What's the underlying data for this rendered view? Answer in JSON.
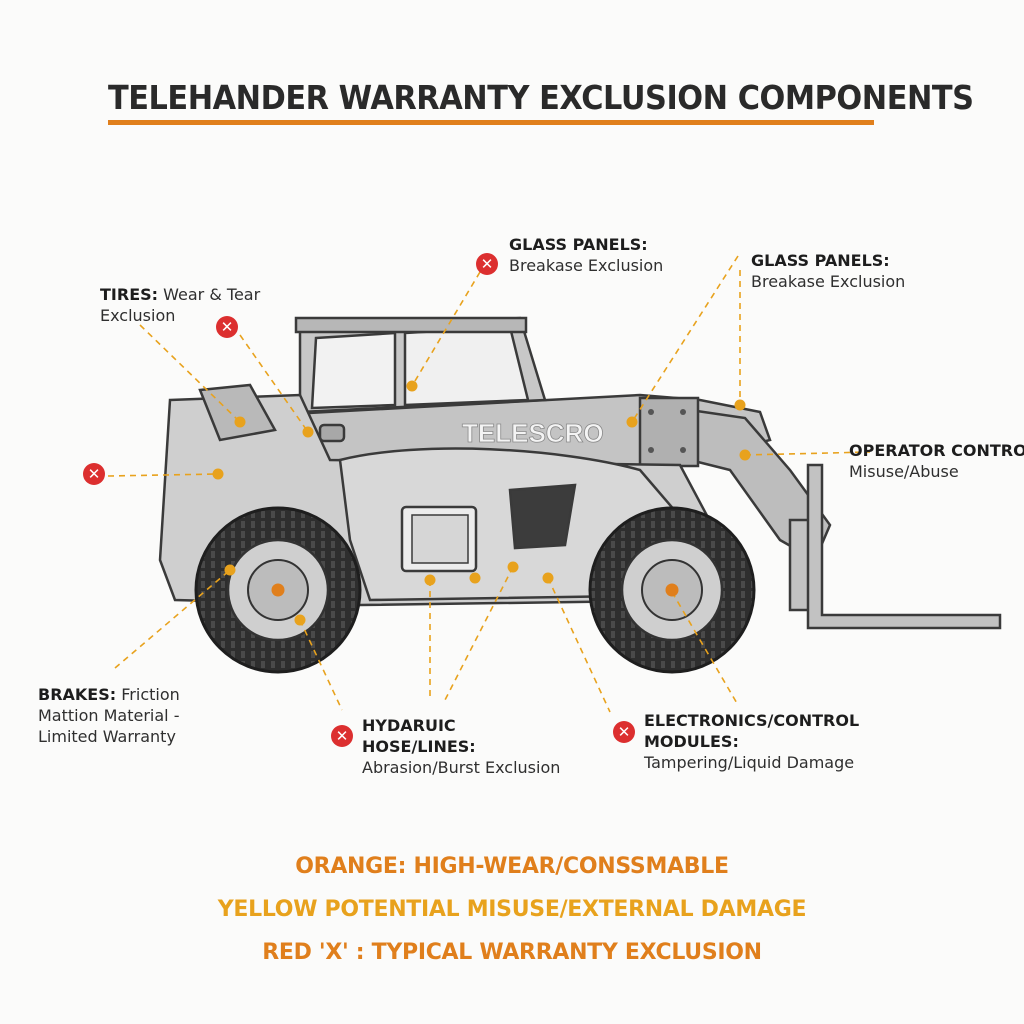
{
  "title": "TELEHANDER WARRANTY EXCLUSION COMPONENTS",
  "machine_brand": "TELESCRO",
  "labels": {
    "tires": {
      "heading": "TIRES:",
      "text": "Wear & Tear",
      "text2": "Exclusion"
    },
    "glass_center": {
      "heading": "GLASS PANELS:",
      "text": "Breakase Exclusion"
    },
    "glass_right": {
      "heading": "GLASS PANELS:",
      "text": "Breakase Exclusion"
    },
    "operator": {
      "heading": "OPERATOR CONTROLS",
      "text": "Misuse/Abuse"
    },
    "brakes": {
      "heading": "BRAKES:",
      "text": "Friction",
      "text2": "Mattion Material -",
      "text3": "Limited Warranty"
    },
    "hydraulic": {
      "heading": "HYDARUIC",
      "heading2": "HOSE/LINES:",
      "text": "Abrasion/Burst Exclusion"
    },
    "electronics": {
      "heading": "ELECTRONICS/CONTROL",
      "heading2": "MODULES:",
      "text": "Tampering/Liquid Damage"
    }
  },
  "legend": {
    "orange": "ORANGE: HIGH-WEAR/CONSSMABLE",
    "yellow": "YELLOW POTENTIAL MISUSE/EXTERNAL DAMAGE",
    "red": "RED 'X' : TYPICAL WARRANTY EXCLUSION"
  },
  "x_glyph": "✕",
  "colors": {
    "orange": "#e07f1c",
    "yellow": "#e8a21d",
    "red": "#dc2f2f",
    "body": "#c9c9c9",
    "outline": "#3a3a3a"
  }
}
